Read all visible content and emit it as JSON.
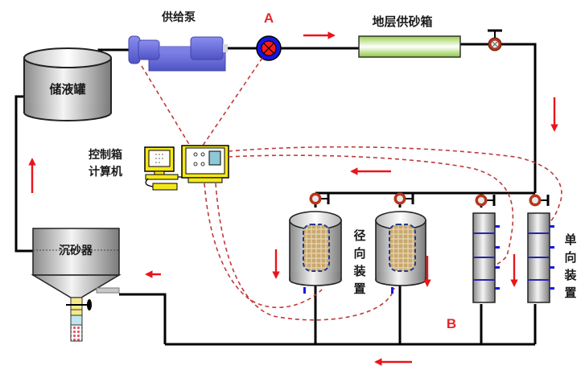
{
  "diagram": {
    "labels": {
      "storage_tank": "储液罐",
      "supply_pump": "供给泵",
      "point_a": "A",
      "formation_sand_box": "地层供砂箱",
      "control_box_line1": "控制箱",
      "control_box_line2": "计算机",
      "radial_device": [
        "径",
        "向",
        "装",
        "置"
      ],
      "unidirectional_device": [
        "单",
        "向",
        "装",
        "置"
      ],
      "point_b": "B",
      "desander": "沉砂器"
    },
    "colors": {
      "pipe": "#000000",
      "flow_arrow": "#e8151b",
      "signal_line": "#c0393b",
      "pump": "#6b6fd6",
      "sand_box": "#a6d65a",
      "valve": "#b5351c",
      "point_a_ring": "#1515e0",
      "point_a_core": "#ff1a1a",
      "controller": "#f5e81a",
      "sensor": "#1818e0"
    }
  }
}
